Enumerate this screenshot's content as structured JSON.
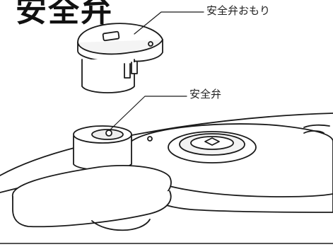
{
  "title": "安全弁",
  "labels": {
    "weight": "安全弁おもり",
    "valve": "安全弁"
  },
  "colors": {
    "line": "#1a1a1a",
    "fill": "#ffffff",
    "shade": "#e6e6e6",
    "rule": "#555555"
  }
}
